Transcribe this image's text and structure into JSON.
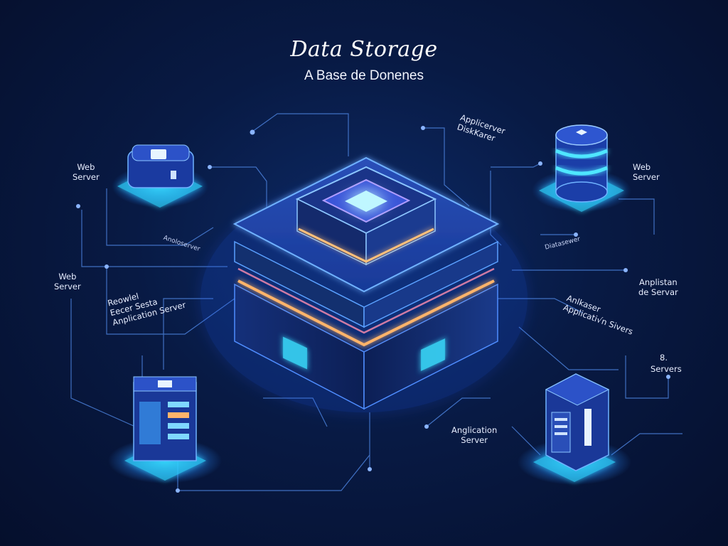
{
  "title": "Data Storage",
  "subtitle": "A Base de Donenes",
  "labels": {
    "web_server_top_left": [
      "Web",
      "Server"
    ],
    "web_server_mid_left": [
      "Web",
      "Server"
    ],
    "web_server_top_right": [
      "Web",
      "Server"
    ],
    "appserver_top": [
      "Applicerver",
      "DiskKarer"
    ],
    "app_left_small": "Anoloserver",
    "app_left_multi": [
      "Reowlel",
      "Eecer Sesta",
      "Anplication Server"
    ],
    "app_right_small": "Diatasewer",
    "app_right_mid": [
      "Anplistan",
      "de Servar"
    ],
    "app_right_multi": [
      "Anlkaser",
      "Applicati√n Sivers"
    ],
    "servers": "Servers",
    "servers_icon": "8.",
    "app_bottom": [
      "Anglication",
      "Server"
    ]
  },
  "colors": {
    "background": "#081a44",
    "glow": "#2f7dff",
    "cyan": "#38d8ff",
    "accent_orange": "#ffb46a",
    "line": "#4a7fd8"
  }
}
